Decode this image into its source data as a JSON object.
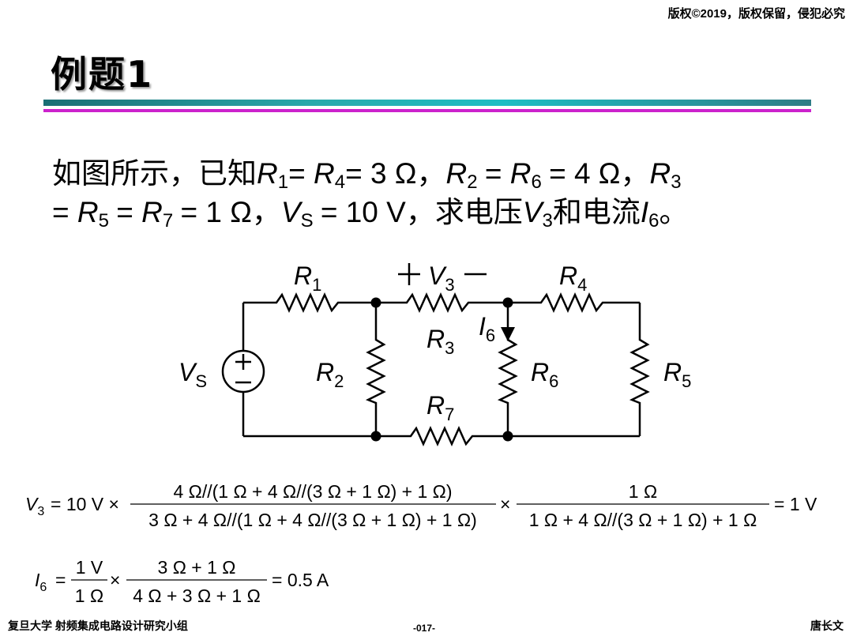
{
  "header": {
    "copyright": "版权©2019，版权保留，侵犯必究"
  },
  "title": "例题1",
  "problem": {
    "prefix": "如图所示，已知",
    "given1": "= ",
    "given2": "= 3 Ω，",
    "given3": "= 4 Ω，",
    "given4": "= ",
    "given5": "= 1 Ω，",
    "given6": "= 10 V，",
    "ask": "求电压",
    "and": "和电流",
    "end": "。"
  },
  "circuit": {
    "labels": {
      "r1": "R",
      "r1_sub": "1",
      "r2": "R",
      "r2_sub": "2",
      "r3": "R",
      "r3_sub": "3",
      "r4": "R",
      "r4_sub": "4",
      "r5": "R",
      "r5_sub": "5",
      "r6": "R",
      "r6_sub": "6",
      "r7": "R",
      "r7_sub": "7",
      "vs": "V",
      "vs_sub": "S",
      "v3_plus": "+",
      "v3": "V",
      "v3_sub": "3",
      "v3_minus": "−",
      "i6": "I",
      "i6_sub": "6"
    }
  },
  "formula1": {
    "lhs": "V",
    "lhs_sub": "3",
    "eq1": "= 10 V ×",
    "num1": "4 Ω//(1 Ω + 4 Ω//(3 Ω + 1 Ω) + 1 Ω)",
    "den1": "3 Ω + 4 Ω//(1 Ω + 4 Ω//(3 Ω + 1 Ω) + 1 Ω)",
    "times": "×",
    "num2": "1 Ω",
    "den2": "1 Ω + 4 Ω//(3 Ω + 1 Ω) + 1 Ω",
    "result": "= 1 V"
  },
  "formula2": {
    "lhs": "I",
    "lhs_sub": "6",
    "eq": "=",
    "num1": "1 V",
    "den1": "1 Ω",
    "times": "×",
    "num2": "3 Ω + 1 Ω",
    "den2": "4 Ω + 3 Ω + 1 Ω",
    "result": "= 0.5 A"
  },
  "footer": {
    "left": "复旦大学   射频集成电路设计研究小组",
    "page": "-017-",
    "author": "唐长文"
  }
}
